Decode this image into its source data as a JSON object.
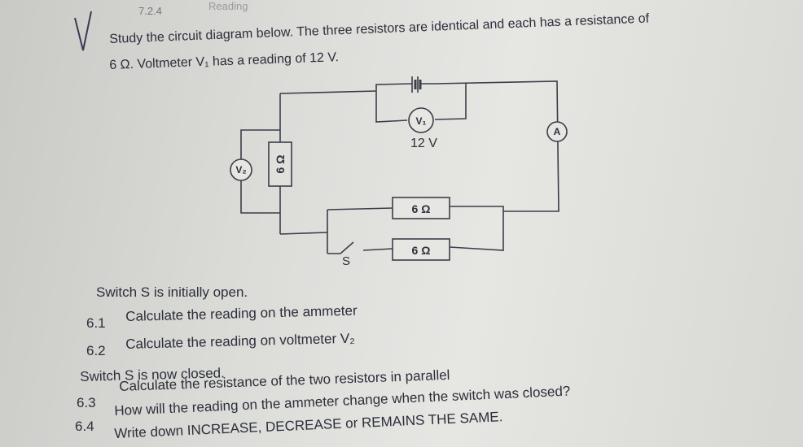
{
  "header": {
    "number": "7.2.4",
    "partial": "Reading"
  },
  "intro": {
    "line1": "Study the circuit diagram below. The three resistors are identical and each has a resistance of",
    "line2": "6 Ω. Voltmeter V₁ has a reading of 12 V."
  },
  "circuit": {
    "v1_label": "V₁",
    "v2_label": "V₂",
    "ammeter_label": "A",
    "v1_reading": "12 V",
    "r_left": "6 Ω",
    "r_top": "6 Ω",
    "r_bottom": "6 Ω",
    "switch_label": "S"
  },
  "questions": {
    "intro_open": "Switch S is initially open.",
    "q61_num": "6.1",
    "q61": "Calculate the reading on the ammeter",
    "q62_num": "6.2",
    "q62": "Calculate the reading on voltmeter V₂",
    "intro_closed": "Switch S is now closed.",
    "q63_num": "6.3",
    "q63": "Calculate the resistance of the two resistors in parallel",
    "q64_num": "6.4",
    "q64": "How will the reading on the ammeter change when the switch was closed?",
    "q64_line2": "Write down INCREASE, DECREASE or REMAINS THE SAME."
  }
}
